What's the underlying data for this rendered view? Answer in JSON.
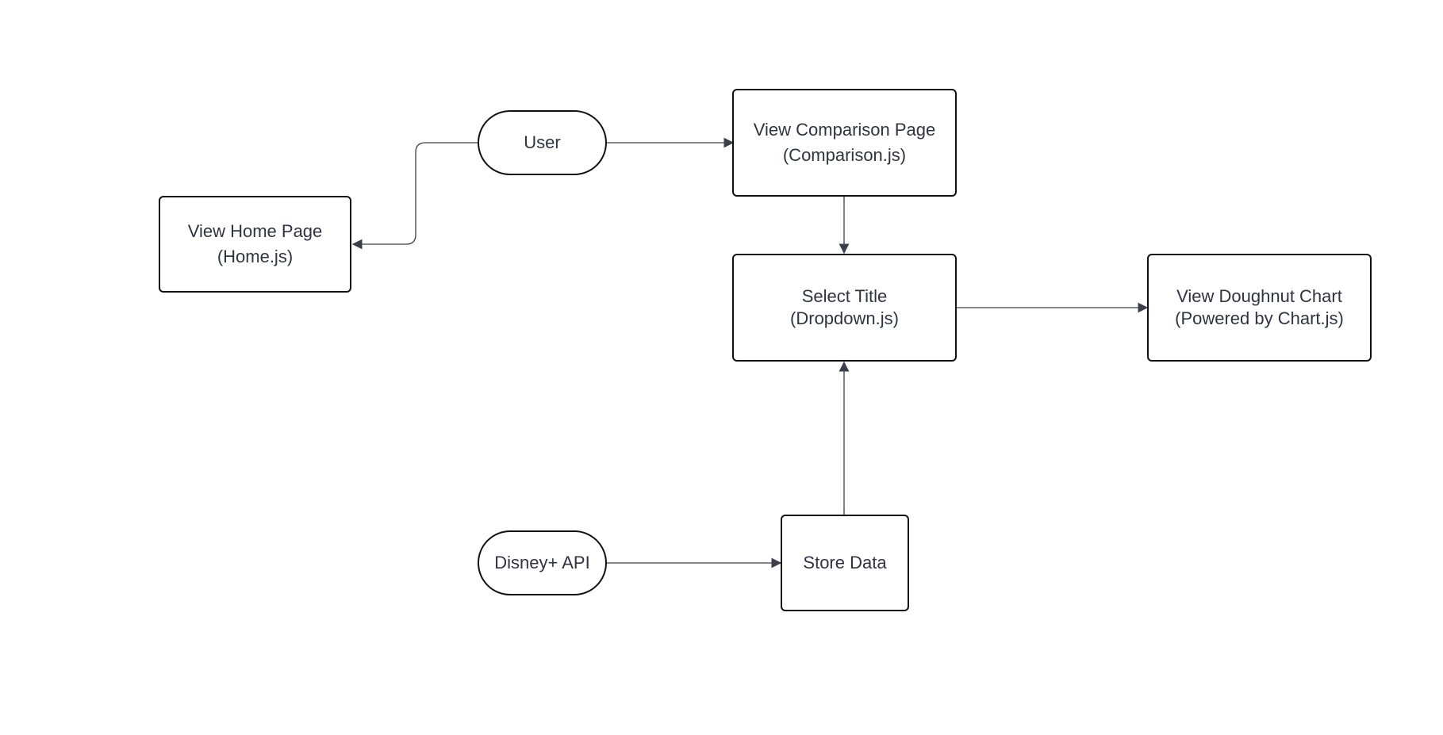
{
  "diagram": {
    "nodes": {
      "user": {
        "shape": "terminal",
        "lines": [
          "User"
        ]
      },
      "home": {
        "shape": "process",
        "lines": [
          "View Home Page",
          "(Home.js)"
        ]
      },
      "comparison": {
        "shape": "process",
        "lines": [
          "View Comparison Page",
          "(Comparison.js)"
        ]
      },
      "select_title": {
        "shape": "process",
        "lines": [
          "Select Title",
          "(Dropdown.js)"
        ]
      },
      "doughnut": {
        "shape": "process",
        "lines": [
          "View Doughnut Chart",
          "(Powered by Chart.js)"
        ]
      },
      "api": {
        "shape": "terminal",
        "lines": [
          "Disney+ API"
        ]
      },
      "store": {
        "shape": "process",
        "lines": [
          "Store Data"
        ]
      }
    },
    "edges": [
      {
        "from": "user",
        "to": "home"
      },
      {
        "from": "user",
        "to": "comparison"
      },
      {
        "from": "comparison",
        "to": "select_title"
      },
      {
        "from": "select_title",
        "to": "doughnut"
      },
      {
        "from": "store",
        "to": "select_title"
      },
      {
        "from": "api",
        "to": "store"
      }
    ],
    "colors": {
      "node_border": "#111111",
      "edge": "#3b3f4a",
      "text": "#2f3440",
      "background": "#ffffff"
    }
  }
}
